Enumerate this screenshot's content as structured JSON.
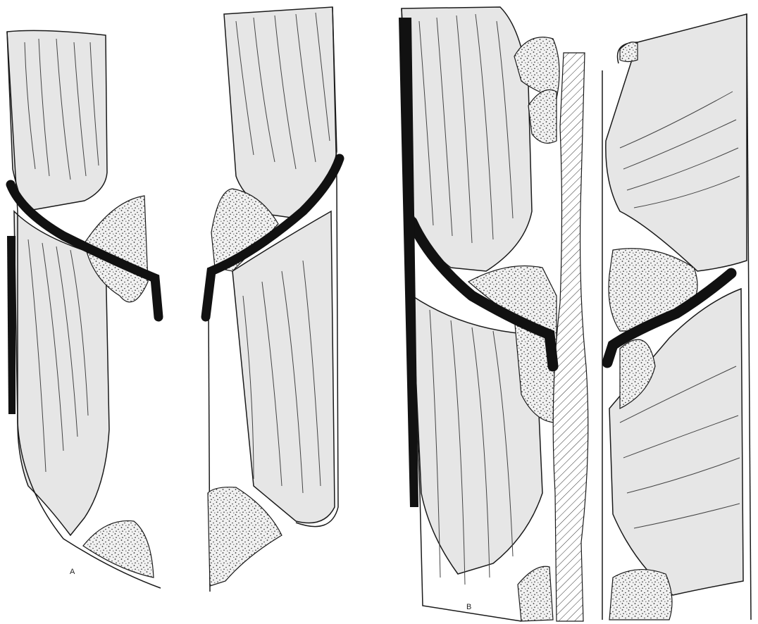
{
  "figure": {
    "panels": [
      {
        "id": "A",
        "label": "A",
        "pieces": 2
      },
      {
        "id": "B",
        "label": "B",
        "pieces": 2
      }
    ],
    "colors": {
      "line": "#1a1a1a",
      "fill_grey": "#e4e4e4",
      "stipple": "#3a3a3a",
      "background": "#ffffff"
    }
  }
}
